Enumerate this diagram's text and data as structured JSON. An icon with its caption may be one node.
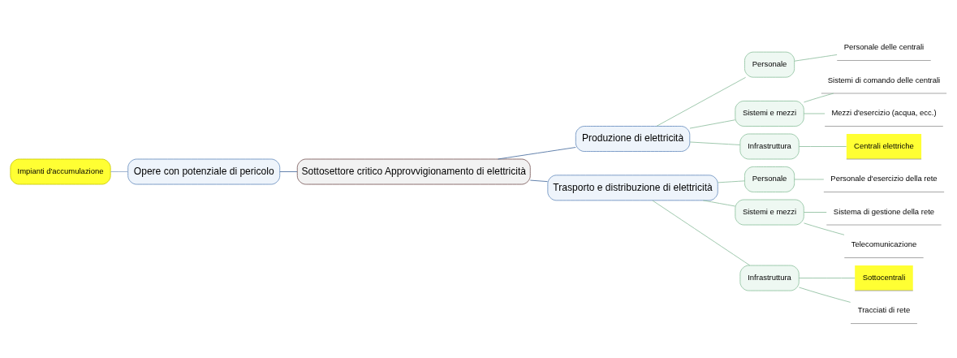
{
  "diagram": {
    "nodes": [
      {
        "text": [
          "Impianti d'accumulazione"
        ]
      },
      {
        "text": [
          "Opere con potenziale di pericolo"
        ]
      },
      {
        "text": [
          "Sottosettore critico Approvvigionamento di elettricità"
        ]
      },
      {
        "text": [
          "Produzione di elettricità"
        ]
      },
      {
        "text": [
          "Personale"
        ]
      },
      {
        "text": [
          "Personale delle centrali"
        ]
      },
      {
        "text": [
          "Sistemi e mezzi"
        ]
      },
      {
        "text": [
          "Sistemi di comando delle centrali"
        ]
      },
      {
        "text": [
          "Mezzi d'esercizio (acqua, ecc.)"
        ]
      },
      {
        "text": [
          "Infrastruttura"
        ]
      },
      {
        "text": [
          "Centrali elettriche"
        ]
      },
      {
        "text": [
          "Trasporto e distribuzione di elettricità"
        ]
      },
      {
        "text": [
          "Personale"
        ]
      },
      {
        "text": [
          "Personale d'esercizio della rete"
        ]
      },
      {
        "text": [
          "Sistemi e mezzi"
        ]
      },
      {
        "text": [
          "Sistema di gestione della rete"
        ]
      },
      {
        "text": [
          "Telecomunicazione"
        ]
      },
      {
        "text": [
          "Infrastruttura"
        ]
      },
      {
        "text": [
          "Sottocentrali"
        ]
      },
      {
        "text": [
          "Tracciati di rete"
        ]
      }
    ],
    "edges": [
      {
        "from": 0,
        "to": 1,
        "arrow": "none"
      },
      {
        "from": 1,
        "to": 2,
        "arrow": "none"
      },
      {
        "from": 2,
        "to": 3,
        "arrow": "none"
      },
      {
        "from": 2,
        "to": 11,
        "arrow": "none"
      },
      {
        "from": 3,
        "to": 4,
        "arrow": "none"
      },
      {
        "from": 4,
        "to": 5,
        "arrow": "none"
      },
      {
        "from": 3,
        "to": 6,
        "arrow": "none"
      },
      {
        "from": 6,
        "to": 7,
        "arrow": "none"
      },
      {
        "from": 6,
        "to": 8,
        "arrow": "none"
      },
      {
        "from": 3,
        "to": 9,
        "arrow": "none"
      },
      {
        "from": 9,
        "to": 10,
        "arrow": "none"
      },
      {
        "from": 11,
        "to": 12,
        "arrow": "none"
      },
      {
        "from": 12,
        "to": 13,
        "arrow": "none"
      },
      {
        "from": 11,
        "to": 14,
        "arrow": "none"
      },
      {
        "from": 14,
        "to": 15,
        "arrow": "none"
      },
      {
        "from": 14,
        "to": 16,
        "arrow": "none"
      },
      {
        "from": 11,
        "to": 17,
        "arrow": "none"
      },
      {
        "from": 17,
        "to": 18,
        "arrow": "none"
      },
      {
        "from": 17,
        "to": 19,
        "arrow": "none"
      }
    ]
  }
}
